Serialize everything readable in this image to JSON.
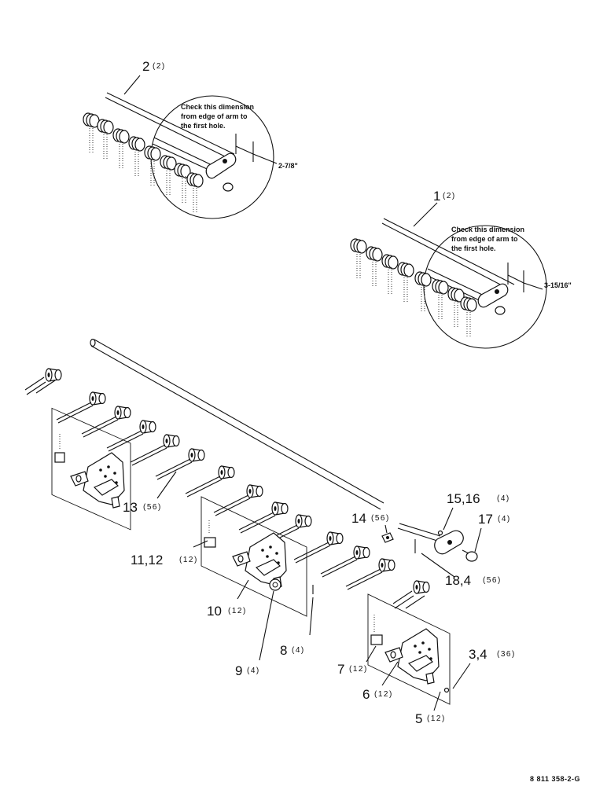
{
  "callouts": [
    {
      "id": "p2",
      "number": "2",
      "qty": "(2)"
    },
    {
      "id": "p1",
      "number": "1",
      "qty": "(2)"
    },
    {
      "id": "p13",
      "number": "13",
      "qty": "(56)"
    },
    {
      "id": "p14",
      "number": "14",
      "qty": "(56)"
    },
    {
      "id": "p15_16",
      "number": "15,16",
      "qty": "(4)"
    },
    {
      "id": "p17",
      "number": "17",
      "qty": "(4)"
    },
    {
      "id": "p11_12",
      "number": "11,12",
      "qty": "(12)"
    },
    {
      "id": "p18_4",
      "number": "18,4",
      "qty": "(56)"
    },
    {
      "id": "p10",
      "number": "10",
      "qty": "(12)"
    },
    {
      "id": "p8",
      "number": "8",
      "qty": "(4)"
    },
    {
      "id": "p9",
      "number": "9",
      "qty": "(4)"
    },
    {
      "id": "p7",
      "number": "7",
      "qty": "(12)"
    },
    {
      "id": "p3_4",
      "number": "3,4",
      "qty": "(36)"
    },
    {
      "id": "p6",
      "number": "6",
      "qty": "(12)"
    },
    {
      "id": "p5",
      "number": "5",
      "qty": "(12)"
    }
  ],
  "detail_top": {
    "note_lines": [
      "Check this dimension",
      "from edge of arm to",
      "the first hole."
    ],
    "dimension": "2-7/8\""
  },
  "detail_right": {
    "note_lines": [
      "Check this dimension",
      "from edge of arm to",
      "the first hole."
    ],
    "dimension": "3-15/16\""
  },
  "figure_ref": "8 811 358-2-G"
}
